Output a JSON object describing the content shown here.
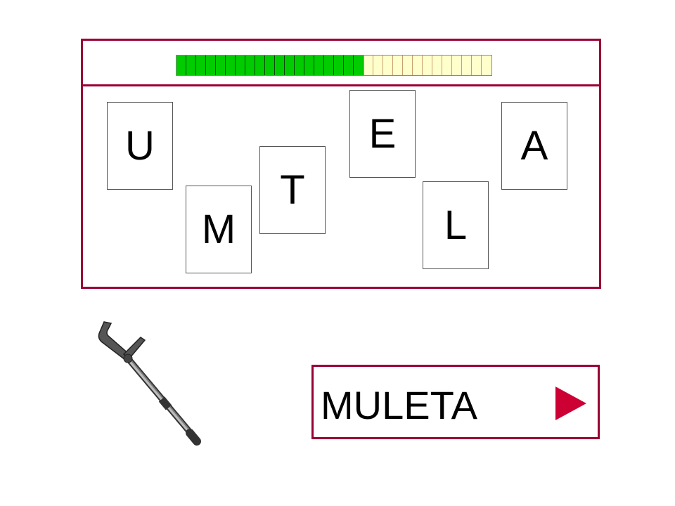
{
  "progress": {
    "completed_segments": 19,
    "total_segments": 32,
    "done_color": "#00cc00",
    "todo_color": "#ffffcc"
  },
  "letter_cards": [
    {
      "letter": "U"
    },
    {
      "letter": "M"
    },
    {
      "letter": "T"
    },
    {
      "letter": "E"
    },
    {
      "letter": "L"
    },
    {
      "letter": "A"
    }
  ],
  "picture": {
    "icon": "crutch-icon"
  },
  "answer": {
    "word": "MULETA",
    "next_icon": "play-arrow-icon"
  },
  "colors": {
    "frame": "#990033",
    "arrow": "#cc0033"
  }
}
